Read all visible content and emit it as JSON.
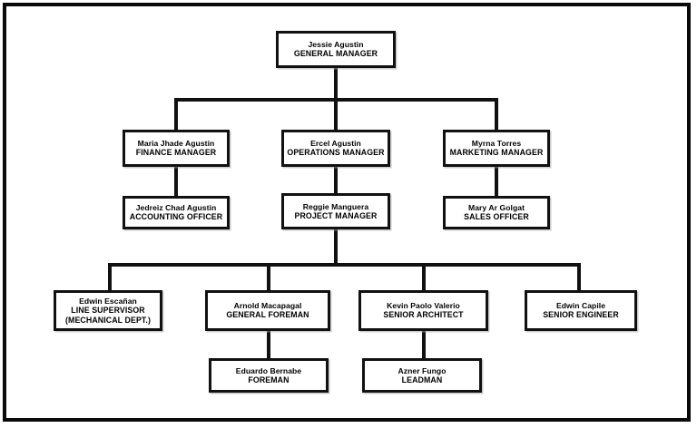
{
  "chart_data": {
    "type": "diagram",
    "diagram_type": "organizational-chart",
    "title": "",
    "levels": 5,
    "nodes": [
      {
        "id": "gm",
        "name": "Jessie Agustin",
        "title": "GENERAL MANAGER",
        "sub": "",
        "level": 1,
        "parent": null
      },
      {
        "id": "finance",
        "name": "Maria Jhade Agustin",
        "title": "FINANCE MANAGER",
        "sub": "",
        "level": 2,
        "parent": "gm"
      },
      {
        "id": "ops",
        "name": "Ercel Agustin",
        "title": "OPERATIONS MANAGER",
        "sub": "",
        "level": 2,
        "parent": "gm"
      },
      {
        "id": "marketing",
        "name": "Myrna Torres",
        "title": "MARKETING MANAGER",
        "sub": "",
        "level": 2,
        "parent": "gm"
      },
      {
        "id": "accounting",
        "name": "Jedreiz Chad Agustin",
        "title": "ACCOUNTING OFFICER",
        "sub": "",
        "level": 3,
        "parent": "finance"
      },
      {
        "id": "project",
        "name": "Reggie Manguera",
        "title": "PROJECT MANAGER",
        "sub": "",
        "level": 3,
        "parent": "ops"
      },
      {
        "id": "sales",
        "name": "Mary Ar Golgat",
        "title": "SALES OFFICER",
        "sub": "",
        "level": 3,
        "parent": "marketing"
      },
      {
        "id": "linesup",
        "name": "Edwin Escañan",
        "title": "LINE SUPERVISOR",
        "sub": "(MECHANICAL DEPT.)",
        "level": 4,
        "parent": "project"
      },
      {
        "id": "genforeman",
        "name": "Arnold Macapagal",
        "title": "GENERAL FOREMAN",
        "sub": "",
        "level": 4,
        "parent": "project"
      },
      {
        "id": "architect",
        "name": "Kevin Paolo Valerio",
        "title": "SENIOR ARCHITECT",
        "sub": "",
        "level": 4,
        "parent": "project"
      },
      {
        "id": "engineer",
        "name": "Edwin Capile",
        "title": "SENIOR ENGINEER",
        "sub": "",
        "level": 4,
        "parent": "project"
      },
      {
        "id": "foreman",
        "name": "Eduardo Bernabe",
        "title": "FOREMAN",
        "sub": "",
        "level": 5,
        "parent": "genforeman"
      },
      {
        "id": "leadman",
        "name": "Azner Fungo",
        "title": "LEADMAN",
        "sub": "",
        "level": 5,
        "parent": "architect"
      }
    ],
    "colors": {
      "box_border": "#111111",
      "connector": "#111111",
      "frame": "#0a0a0a",
      "background": "#ffffff",
      "text": "#000000"
    }
  }
}
